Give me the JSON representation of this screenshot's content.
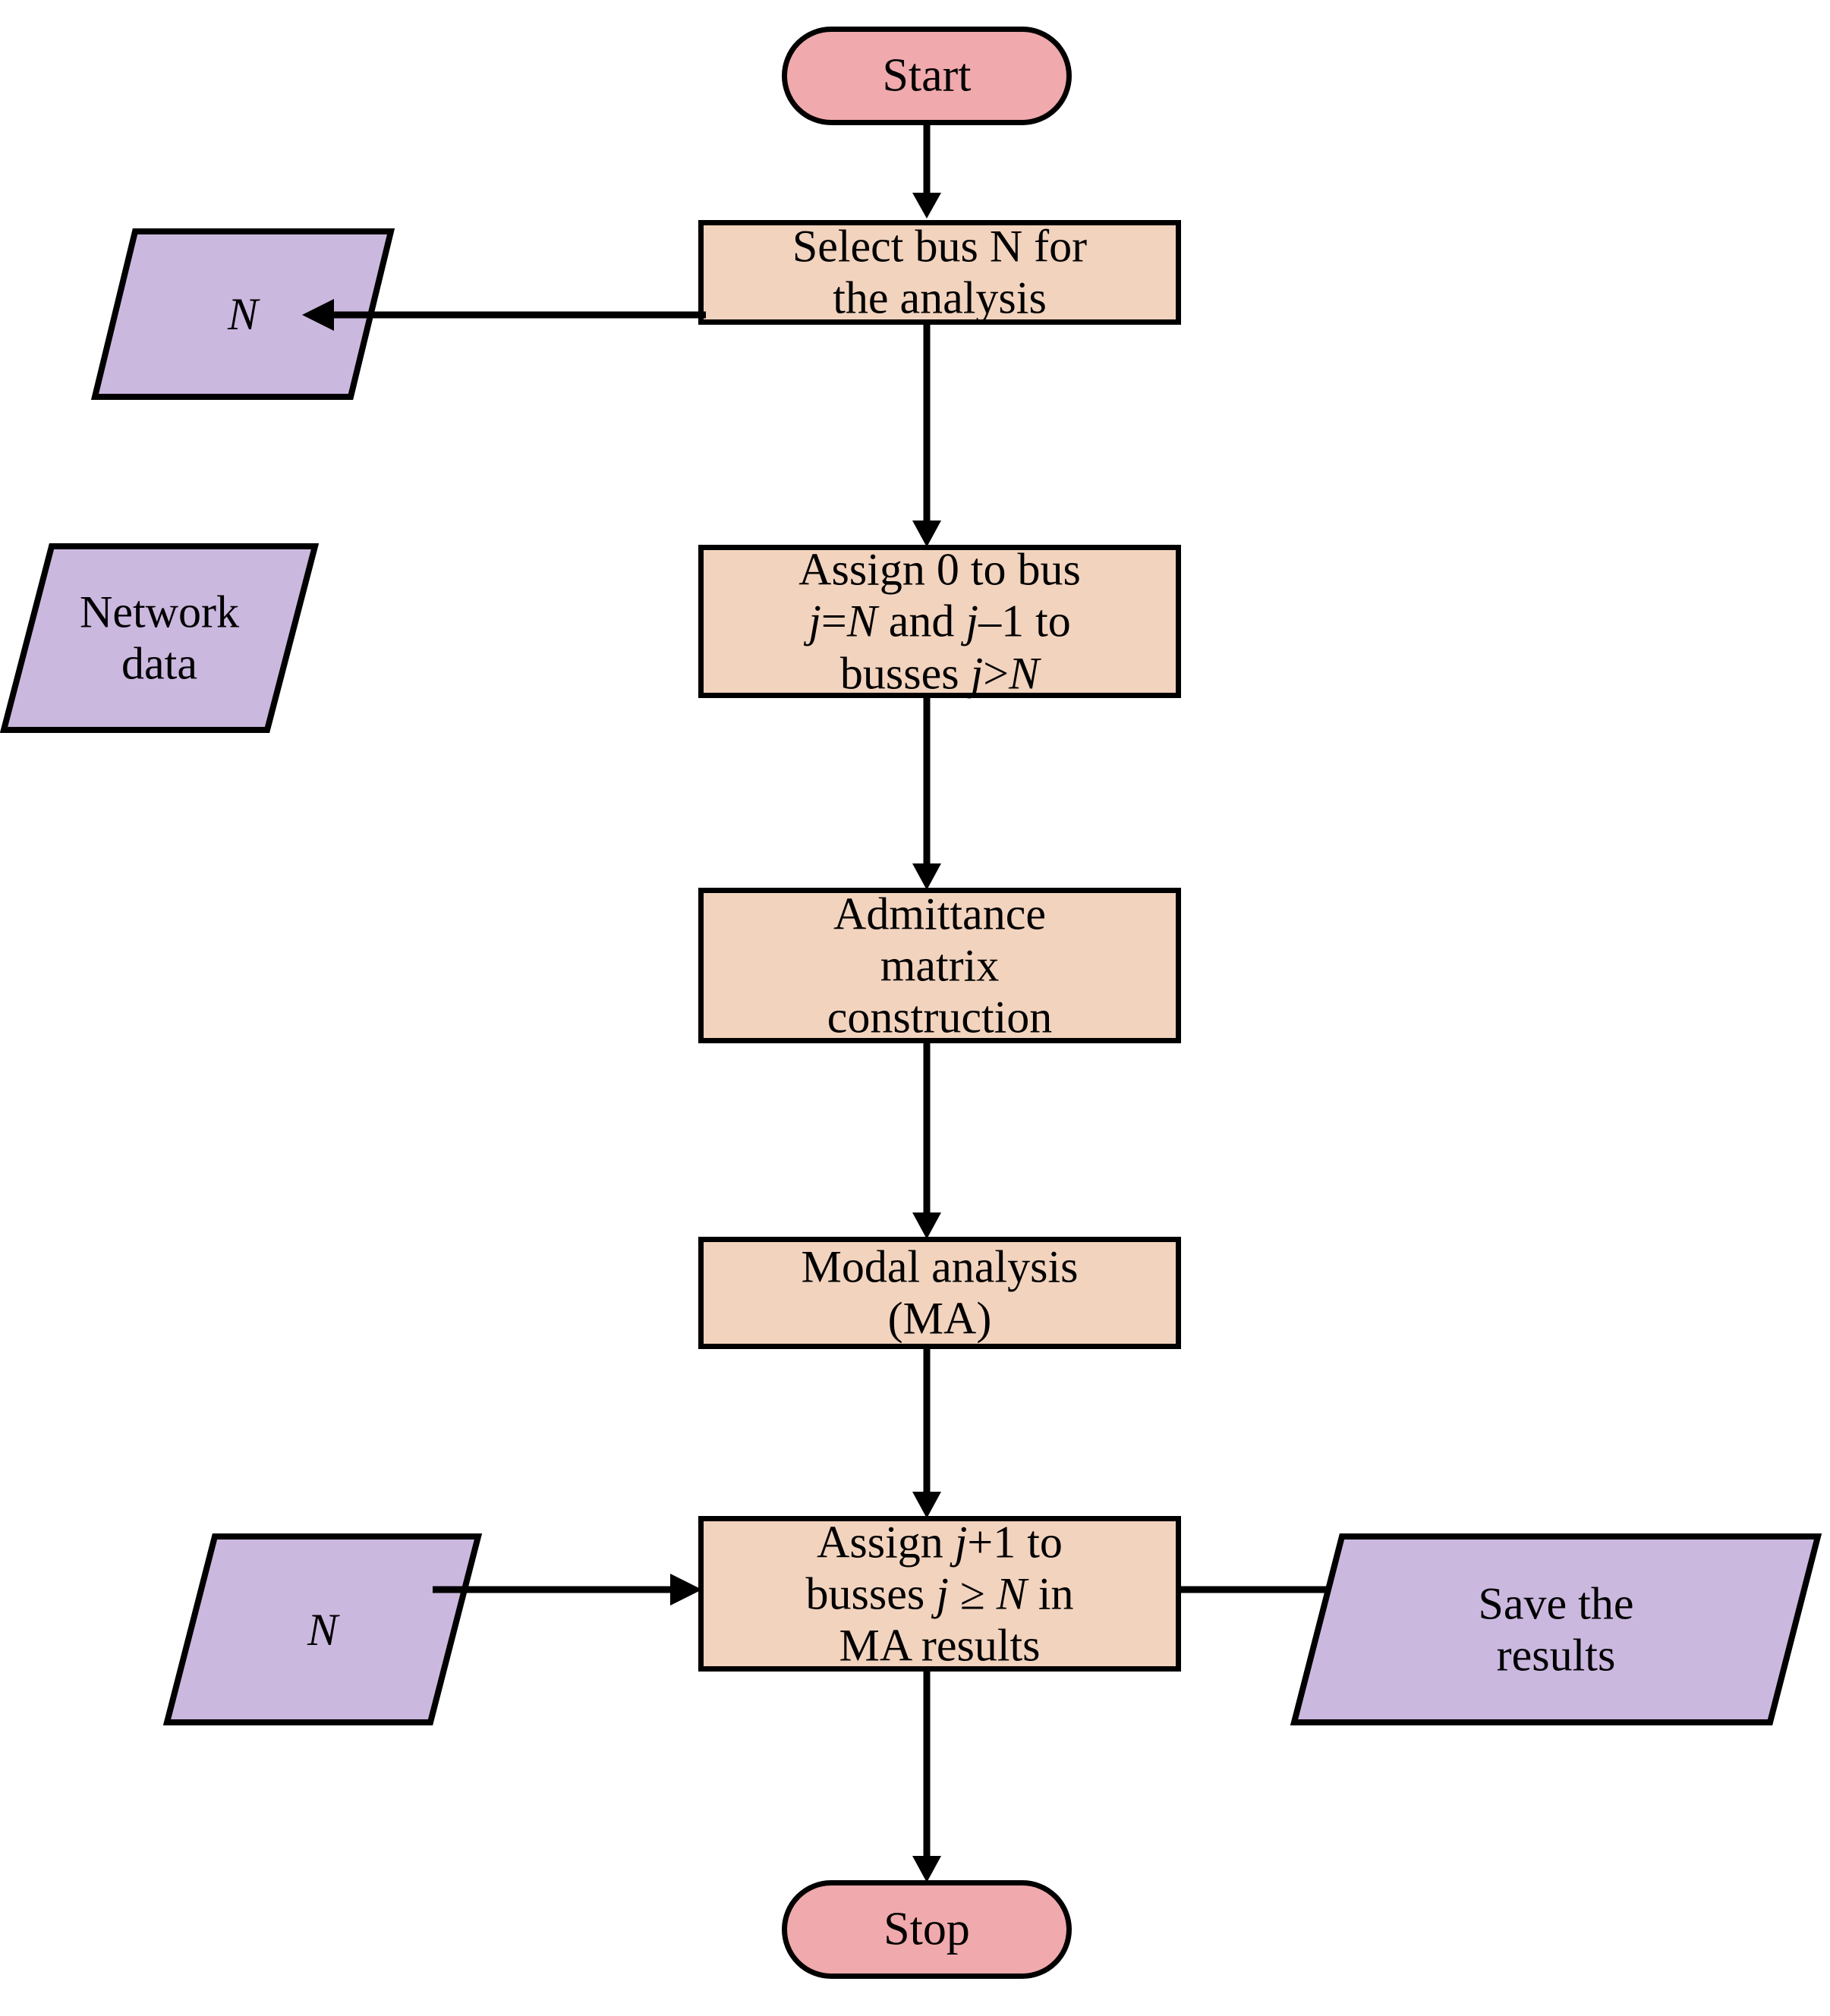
{
  "diagram": {
    "title": "Modal analysis bus-removal flowchart",
    "colors": {
      "terminator_fill": "#F0A9AC",
      "process_fill": "#F2D3BE",
      "data_fill": "#CBB8DF",
      "stroke": "#000000",
      "background": "#FFFFFF"
    },
    "nodes": {
      "start": {
        "label": "Start",
        "shape": "terminator"
      },
      "select_bus": {
        "line1": "Select bus N for",
        "line2": "the analysis",
        "shape": "process"
      },
      "n_top": {
        "label": "N",
        "shape": "data"
      },
      "network_data": {
        "line1": "Network",
        "line2": "data",
        "shape": "data"
      },
      "assign_zero": {
        "line1_a": "Assign 0 to bus",
        "line2_a": "j",
        "line2_b": "=",
        "line2_c": "N",
        "line2_d": " and ",
        "line2_e": "j",
        "line2_f": "–1 to",
        "line3_a": "busses ",
        "line3_b": "j",
        "line3_c": ">",
        "line3_d": "N",
        "shape": "process"
      },
      "admittance": {
        "line1": "Admittance",
        "line2": "matrix",
        "line3": "construction",
        "shape": "process"
      },
      "modal_analysis": {
        "line1": "Modal analysis",
        "line2": "(MA)",
        "shape": "process"
      },
      "assign_plus_one": {
        "line1_a": "Assign ",
        "line1_b": "j",
        "line1_c": "+1 to",
        "line2_a": "busses ",
        "line2_b": "j",
        "line2_c": " ≥ ",
        "line2_d": "N",
        "line2_e": " in",
        "line3_a": "MA results",
        "shape": "process"
      },
      "n_bottom": {
        "label": "N",
        "shape": "data"
      },
      "save_results": {
        "line1": "Save the",
        "line2": "results",
        "shape": "data"
      },
      "stop": {
        "label": "Stop",
        "shape": "terminator"
      }
    },
    "edges": [
      {
        "from": "start",
        "to": "select_bus",
        "direction": "down"
      },
      {
        "from": "select_bus",
        "to": "n_top",
        "direction": "left"
      },
      {
        "from": "select_bus",
        "to": "assign_zero",
        "direction": "down"
      },
      {
        "from": "assign_zero",
        "to": "admittance",
        "direction": "down"
      },
      {
        "from": "admittance",
        "to": "modal_analysis",
        "direction": "down"
      },
      {
        "from": "modal_analysis",
        "to": "assign_plus_one",
        "direction": "down"
      },
      {
        "from": "n_bottom",
        "to": "assign_plus_one",
        "direction": "right"
      },
      {
        "from": "assign_plus_one",
        "to": "save_results",
        "direction": "right"
      },
      {
        "from": "assign_plus_one",
        "to": "stop",
        "direction": "down"
      }
    ]
  }
}
